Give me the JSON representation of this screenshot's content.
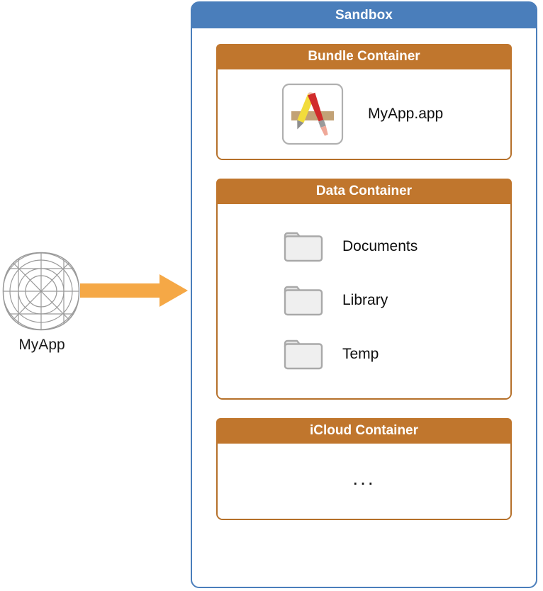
{
  "source": {
    "icon_name": "app-icon-grid-template",
    "label": "MyApp"
  },
  "arrow": {
    "icon_name": "right-arrow",
    "color": "#F5A846"
  },
  "sandbox": {
    "title": "Sandbox",
    "accent_color": "#4A7EBB",
    "container_accent_color": "#C0762D",
    "containers": [
      {
        "id": "bundle",
        "title": "Bundle Container",
        "entries": [
          {
            "icon_name": "app-bundle-icon",
            "label": "MyApp.app"
          }
        ]
      },
      {
        "id": "data",
        "title": "Data Container",
        "entries": [
          {
            "icon_name": "folder-icon",
            "label": "Documents"
          },
          {
            "icon_name": "folder-icon",
            "label": "Library"
          },
          {
            "icon_name": "folder-icon",
            "label": "Temp"
          }
        ]
      },
      {
        "id": "icloud",
        "title": "iCloud Container",
        "placeholder": "..."
      }
    ]
  }
}
